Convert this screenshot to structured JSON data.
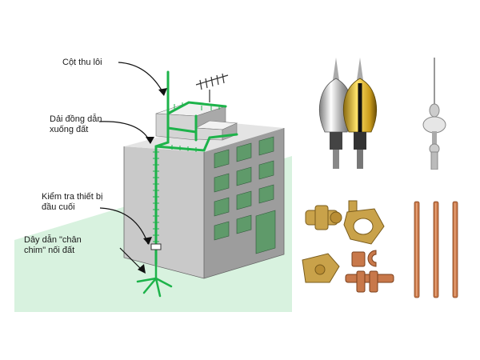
{
  "diagram": {
    "labels": {
      "air_terminal": "Cột thu lôi",
      "down_conductor": "Dải đồng dẫn\nxuống đất",
      "test_joint": "Kiểm tra thiết bị\nđầu cuối",
      "earth_conductor": "Dây dẫn \"chân\nchim\" nối đất"
    }
  },
  "colors": {
    "conductor": "#1db34a",
    "building_front": "#c9c9c9",
    "building_side": "#9d9d9d",
    "building_roof": "#e4e4e4",
    "window": "#5f9a6a",
    "ground": "#d8f2df",
    "copper": "#c8784a",
    "brass": "#c9a24a"
  },
  "products": {
    "air_terminal_esea_icon": "lightning-rod-esea-icon",
    "air_terminal_franklin_icon": "lightning-rod-franklin-icon",
    "clamps_icon": "earthing-clamps-icon",
    "ground_rods_icon": "copper-ground-rods-icon"
  }
}
